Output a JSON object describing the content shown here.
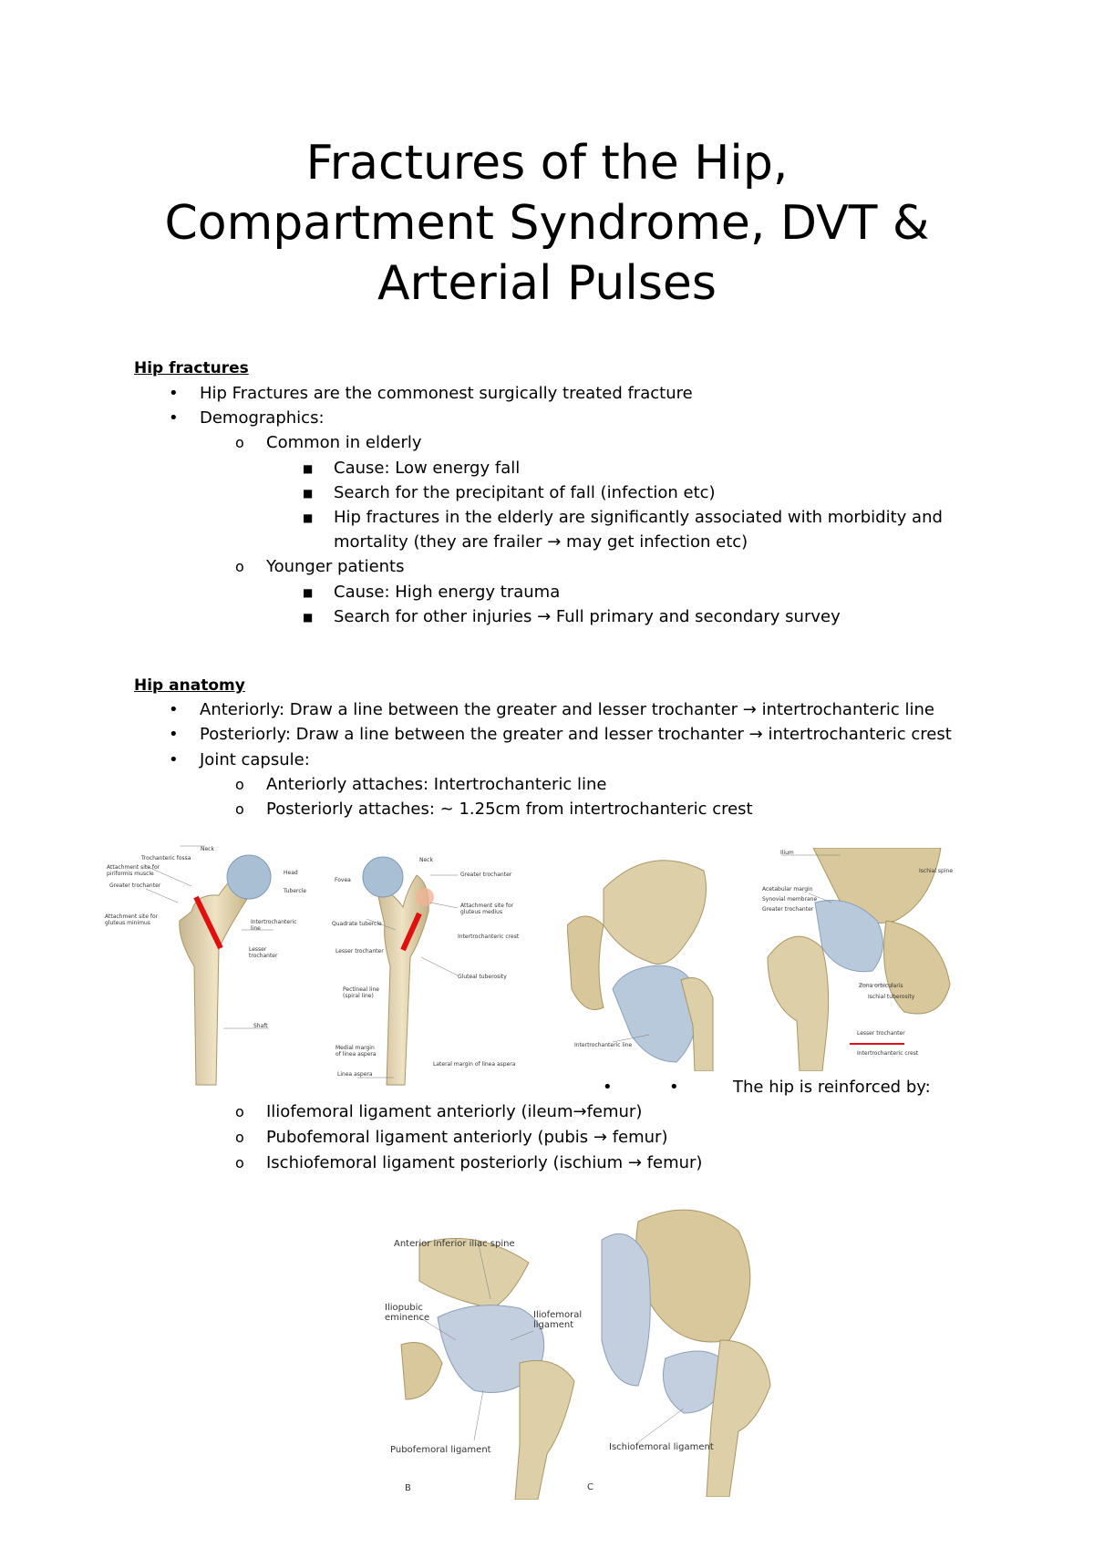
{
  "title": {
    "line1": "Fractures of the Hip,",
    "line2": "Compartment Syndrome, DVT &",
    "line3": "Arterial Pulses"
  },
  "hip_fractures": {
    "heading": "Hip fractures",
    "item1": "Hip Fractures are the commonest surgically treated fracture",
    "item2": "Demographics:",
    "elderly": "Common in elderly",
    "elderly_cause": "Cause: Low energy fall",
    "elderly_search": "Search for the precipitant of fall (infection etc)",
    "elderly_assoc_1": "Hip fractures in the elderly are significantly associated with morbidity and",
    "elderly_assoc_2": "mortality (they are frailer → may get infection etc)",
    "younger": "Younger patients",
    "younger_cause": "Cause: High energy trauma",
    "younger_search": "Search for other injuries → Full primary and secondary survey"
  },
  "hip_anatomy": {
    "heading": "Hip anatomy",
    "anteriorly": "Anteriorly: Draw a line between the greater and lesser trochanter → intertrochanteric line",
    "posteriorly": "Posteriorly: Draw a line between the greater and lesser trochanter → intertrochanteric crest",
    "capsule": "Joint capsule:",
    "capsule_ant": "Anteriorly attaches: Intertrochanteric line",
    "capsule_post": "Posteriorly attaches: ~ 1.25cm from intertrochanteric crest",
    "reinforced": "The hip is reinforced by:",
    "lig1": "Iliofemoral ligament anteriorly (ileum→femur)",
    "lig2": "Pubofemoral ligament anteriorly (pubis → femur)",
    "lig3": "Ischiofemoral ligament posteriorly (ischium → femur)"
  },
  "figures": {
    "femur_anterior": {
      "neck": "Neck",
      "troch_fossa": "Trochanteric fossa",
      "piriformis": "Attachment site for piriformis muscle",
      "greater_troch": "Greater trochanter",
      "minimus": "Attachment site for gluteus minimus",
      "head": "Head",
      "tubercle": "Tubercle",
      "intertroch_line": "Intertrochanteric line",
      "lesser_troch": "Lesser trochanter",
      "shaft": "Shaft"
    },
    "femur_posterior": {
      "neck": "Neck",
      "fovea": "Fovea",
      "greater_troch": "Greater trochanter",
      "medius": "Attachment site for gluteus medius",
      "quadrate": "Quadrate tubercle",
      "intertroch_crest": "Intertrochanteric crest",
      "lesser_troch": "Lesser trochanter",
      "gluteal": "Gluteal tuberosity",
      "pectineal": "Pectineal line (spiral line)",
      "medial_lip": "Medial margin of linea aspera",
      "linea": "Linea aspera",
      "lateral_lip": "Lateral margin of linea aspera"
    },
    "pelvis_capsule": {
      "intertroch_line": "Intertrochanteric line"
    },
    "hip_posterior": {
      "ilium": "Ilium",
      "ischial_spine": "Ischial spine",
      "acetabular": "Acetabular margin",
      "synovial": "Synovial membrane",
      "greater_troch": "Greater trochanter",
      "zona": "Zona orbicularis",
      "ischial_tub": "Ischial tuberosity",
      "lesser_troch": "Lesser trochanter",
      "intertroch_crest": "Intertrochanteric crest"
    },
    "ligaments_B": {
      "aiis": "Anterior inferior iliac spine",
      "iliopubic": "Iliopubic eminence",
      "iliofemoral": "Iliofemoral ligament",
      "pubofemoral": "Pubofemoral ligament",
      "letter": "B"
    },
    "ligaments_C": {
      "ischiofemoral": "Ischiofemoral ligament",
      "letter": "C"
    }
  }
}
